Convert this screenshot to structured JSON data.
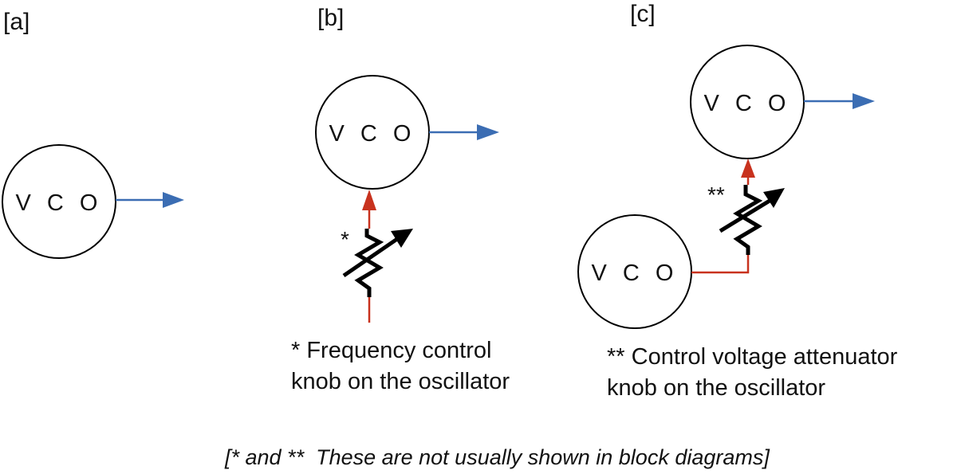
{
  "panels": {
    "a": {
      "label": "[a]",
      "vco": "V C O"
    },
    "b": {
      "label": "[b]",
      "vco": "V C O",
      "marker": "*",
      "caption_line1": "* Frequency control",
      "caption_line2": "knob on the oscillator"
    },
    "c": {
      "label": "[c]",
      "vco_top": "V C O",
      "vco_bottom": "V C O",
      "marker": "**",
      "caption_line1": "** Control voltage attenuator",
      "caption_line2": "knob on the oscillator"
    }
  },
  "footnote": "[* and **  These are not usually shown in block diagrams]",
  "colors": {
    "output_arrow": "#3b6db3",
    "control_line": "#c8321e",
    "knob": "#000000",
    "outline": "#000000"
  }
}
